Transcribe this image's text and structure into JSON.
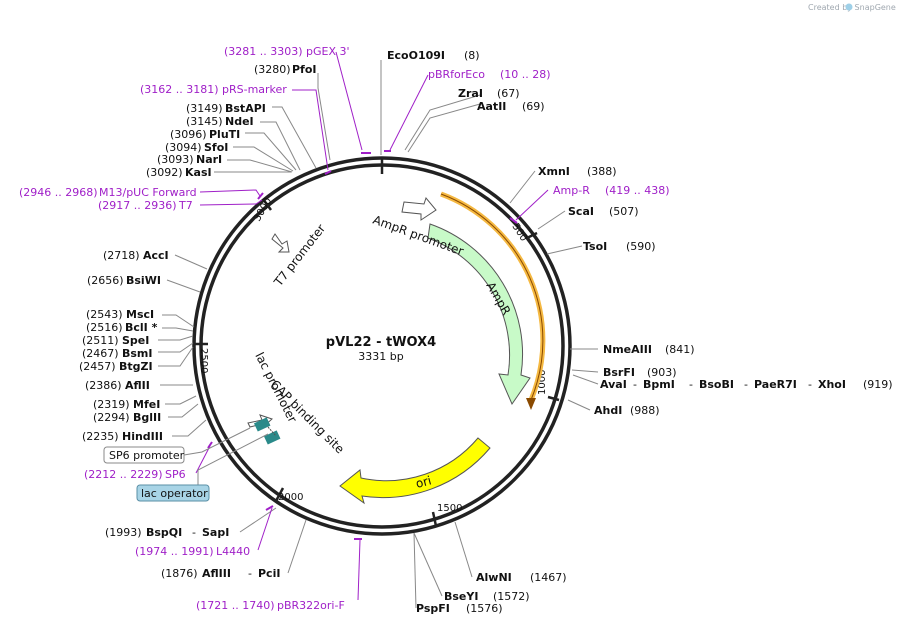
{
  "credit": "Created by SnapGene",
  "plasmid": {
    "name": "pVL22 - tWOX4",
    "size": "3331 bp"
  },
  "features": [
    {
      "name": "AmpR promoter"
    },
    {
      "name": "AmpR"
    },
    {
      "name": "ori"
    },
    {
      "name": "T7 promoter"
    },
    {
      "name": "lac promoter"
    },
    {
      "name": "CAP binding site"
    }
  ],
  "ticks": [
    "500",
    "1000",
    "1500",
    "2000",
    "2500",
    "3000"
  ],
  "sites": [
    {
      "name": "EcoO109I",
      "pos": "(8)"
    },
    {
      "name": "PfoI",
      "pos": "(3280)"
    },
    {
      "name": "ZraI",
      "pos": "(67)"
    },
    {
      "name": "AatII",
      "pos": "(69)"
    },
    {
      "name": "BstAPI",
      "pos": "(3149)"
    },
    {
      "name": "NdeI",
      "pos": "(3145)"
    },
    {
      "name": "PluTI",
      "pos": "(3096)"
    },
    {
      "name": "SfoI",
      "pos": "(3094)"
    },
    {
      "name": "NarI",
      "pos": "(3093)"
    },
    {
      "name": "KasI",
      "pos": "(3092)"
    },
    {
      "name": "XmnI",
      "pos": "(388)"
    },
    {
      "name": "ScaI",
      "pos": "(507)"
    },
    {
      "name": "TsoI",
      "pos": "(590)"
    },
    {
      "name": "AccI",
      "pos": "(2718)"
    },
    {
      "name": "BsiWI",
      "pos": "(2656)"
    },
    {
      "name": "MscI",
      "pos": "(2543)"
    },
    {
      "name": "BclI *",
      "pos": "(2516)"
    },
    {
      "name": "SpeI",
      "pos": "(2511)"
    },
    {
      "name": "BsmI",
      "pos": "(2467)"
    },
    {
      "name": "BtgZI",
      "pos": "(2457)"
    },
    {
      "name": "AflII",
      "pos": "(2386)"
    },
    {
      "name": "MfeI",
      "pos": "(2319)"
    },
    {
      "name": "BglII",
      "pos": "(2294)"
    },
    {
      "name": "HindIII",
      "pos": "(2235)"
    },
    {
      "name": "NmeAIII",
      "pos": "(841)"
    },
    {
      "name": "BsrFI",
      "pos": "(903)"
    },
    {
      "name": "AhdI",
      "pos": "(988)"
    },
    {
      "name": "AlwNI",
      "pos": "(1467)"
    },
    {
      "name": "BseYI",
      "pos": "(1572)"
    },
    {
      "name": "PspFI",
      "pos": "(1576)"
    },
    {
      "name": "BspQI",
      "pos": "(1993)"
    },
    {
      "name": "SapI",
      "pos": ""
    },
    {
      "name": "AflIII",
      "pos": "(1876)"
    },
    {
      "name": "PciI",
      "pos": ""
    }
  ],
  "site_group": {
    "pos": "(919)",
    "names": [
      "AvaI",
      "BpmI",
      "BsoBI",
      "PaeR7I",
      "XhoI"
    ]
  },
  "primers": [
    {
      "range": "(3281 .. 3303)",
      "name": "pGEX 3'"
    },
    {
      "range": "(10 .. 28)",
      "name": "pBRforEco"
    },
    {
      "range": "(3162 .. 3181)",
      "name": "pRS-marker"
    },
    {
      "range": "(2946 .. 2968)",
      "name": "M13/pUC Forward"
    },
    {
      "range": "(2917 .. 2936)",
      "name": "T7"
    },
    {
      "range": "(419 .. 438)",
      "name": "Amp-R"
    },
    {
      "range": "(2212 .. 2229)",
      "name": "SP6"
    },
    {
      "range": "(1974 .. 1991)",
      "name": "L4440"
    },
    {
      "range": "(1721 .. 1740)",
      "name": "pBR322ori-F"
    }
  ],
  "boxes": [
    {
      "label": "SP6 promoter"
    },
    {
      "label": "lac operator"
    }
  ],
  "colors": {
    "ring": "#222222",
    "ampr": "#c8fac8",
    "ampr_promoter": "#ffffff",
    "ori": "#ffff00",
    "primer_line": "#a020c8",
    "primer_arrow": "#f5b942",
    "cap_site": "#2a8a8a",
    "lac_operator_box": "#a8d4e6"
  }
}
